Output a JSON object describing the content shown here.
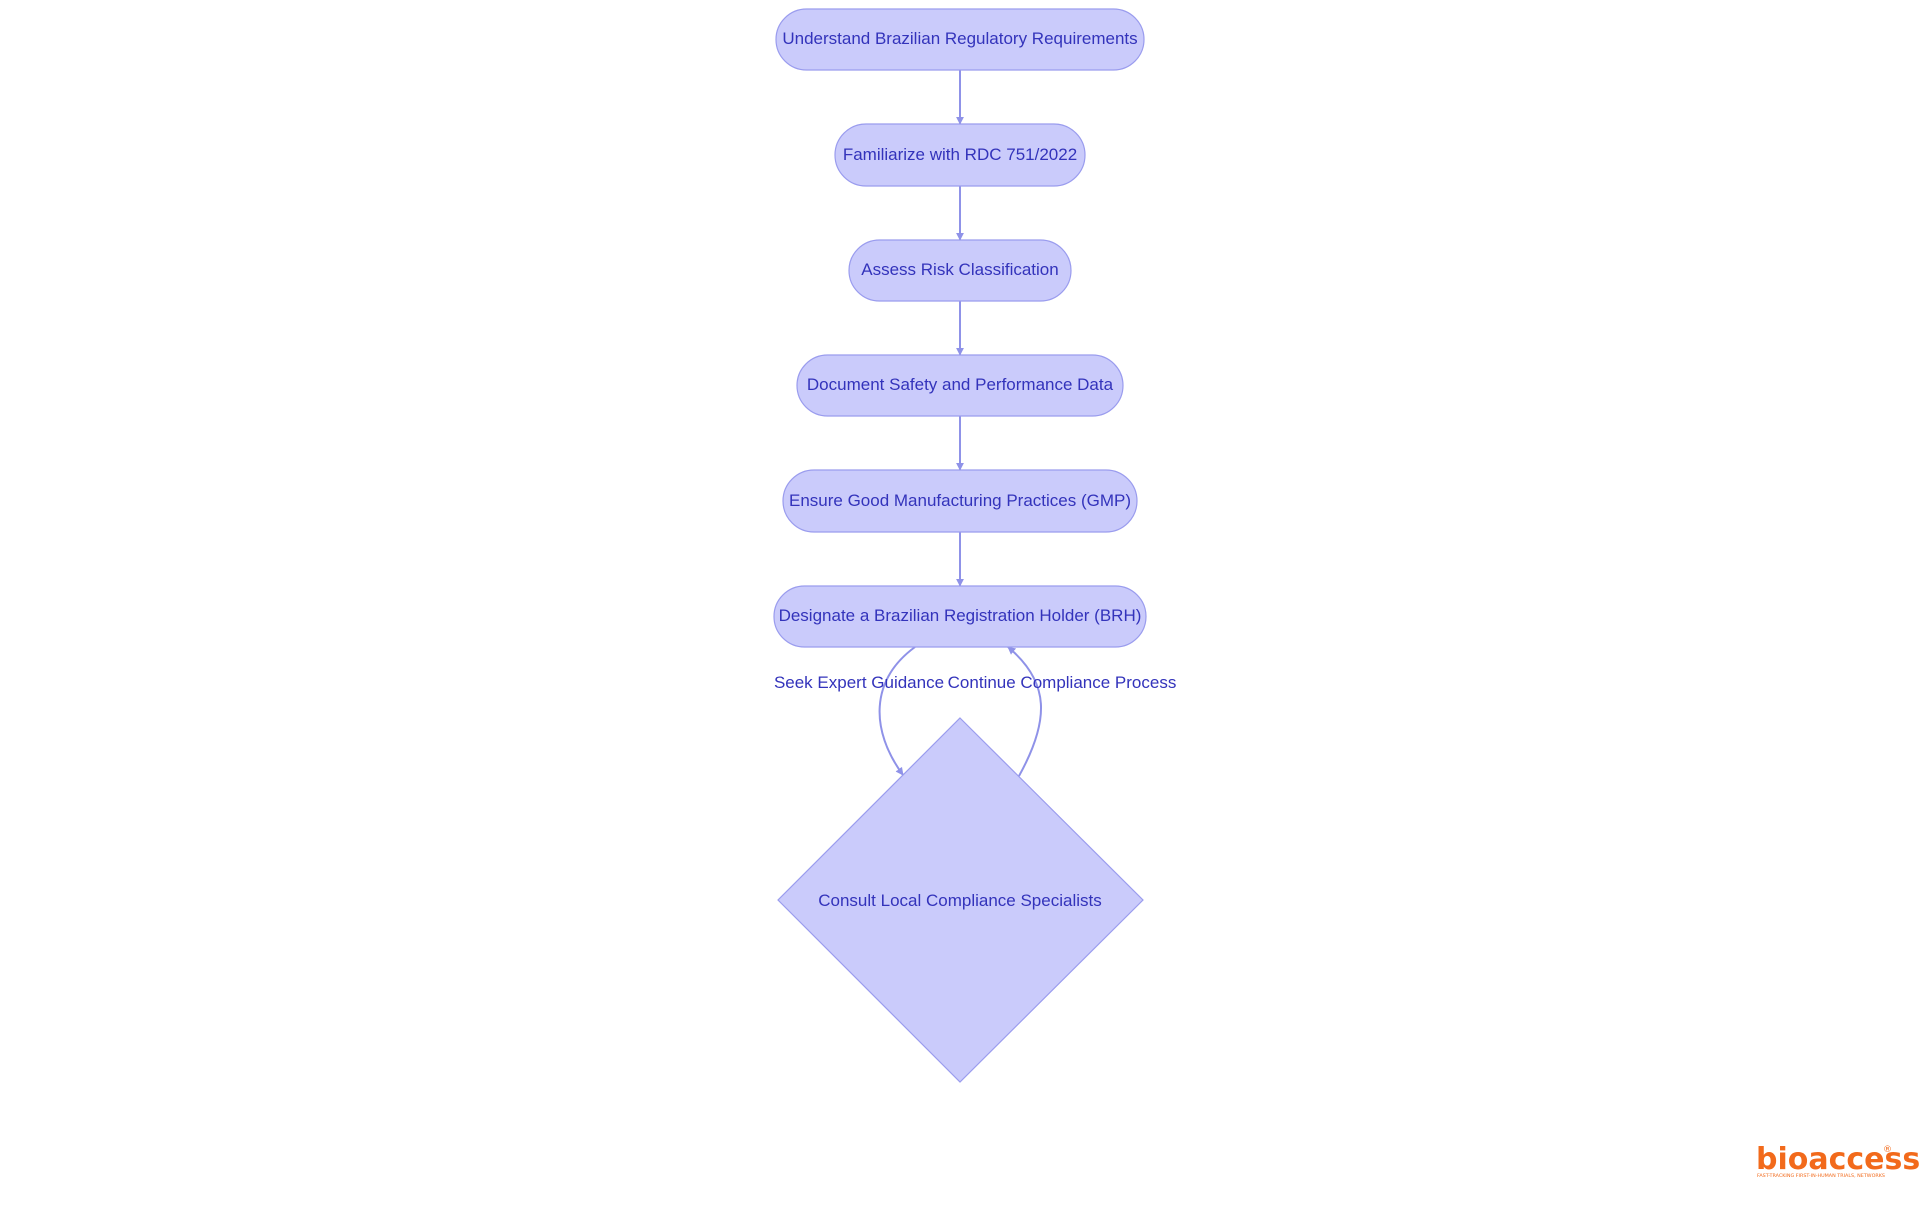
{
  "nodes": {
    "step1": "Understand Brazilian Regulatory Requirements",
    "step2": "Familiarize with RDC 751/2022",
    "step3": "Assess Risk Classification",
    "step4": "Document Safety and Performance Data",
    "step5": "Ensure Good Manufacturing Practices (GMP)",
    "step6": "Designate a Brazilian Registration Holder (BRH)",
    "decision": "Consult Local Compliance Specialists"
  },
  "edges": {
    "seek": "Seek Expert Guidance",
    "continue": "Continue Compliance Process"
  },
  "logo": {
    "name": "bioaccess",
    "registered": "®",
    "tagline": "FAST-TRACKING FIRST-IN-HUMAN TRIALS, NETWORKS"
  },
  "colors": {
    "node_fill": "#cacbfb",
    "node_stroke": "#9a9cee",
    "edge": "#8f92e8",
    "text": "#3333bb",
    "brand": "#f26a1b"
  }
}
